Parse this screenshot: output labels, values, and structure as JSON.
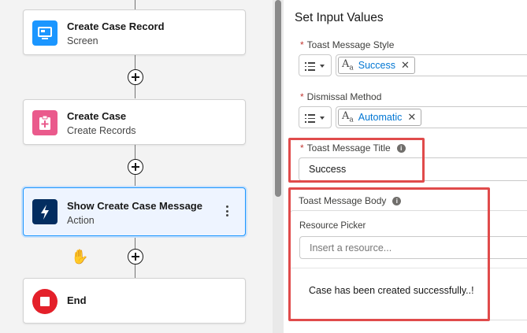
{
  "flow": {
    "nodes": [
      {
        "title": "Create Case Record",
        "subtitle": "Screen",
        "icon": "screen-icon",
        "color": "#1b96ff"
      },
      {
        "title": "Create Case",
        "subtitle": "Create Records",
        "icon": "clipboard-plus-icon",
        "color": "#ea5a8c"
      },
      {
        "title": "Show Create Case Message",
        "subtitle": "Action",
        "icon": "lightning-icon",
        "color": "#032d60"
      },
      {
        "title": "End",
        "subtitle": "",
        "icon": "stop-icon",
        "color": "#e4202a"
      }
    ]
  },
  "panel": {
    "title": "Set Input Values",
    "toast_style": {
      "required": "*",
      "label": "Toast Message Style",
      "value": "Success",
      "remove": "✕"
    },
    "dismissal": {
      "required": "*",
      "label": "Dismissal Method",
      "value": "Automatic",
      "remove": "✕"
    },
    "toast_title": {
      "required": "*",
      "label": "Toast Message Title",
      "info": "i",
      "value": "Success"
    },
    "toast_body": {
      "label": "Toast Message Body",
      "info": "i",
      "resource_picker_label": "Resource Picker",
      "resource_placeholder": "Insert a resource...",
      "text": "Case has been created successfully..!"
    }
  },
  "colors": {
    "highlight": "#e04b4b",
    "selected_border": "#1b96ff",
    "link_blue": "#0176d3"
  }
}
